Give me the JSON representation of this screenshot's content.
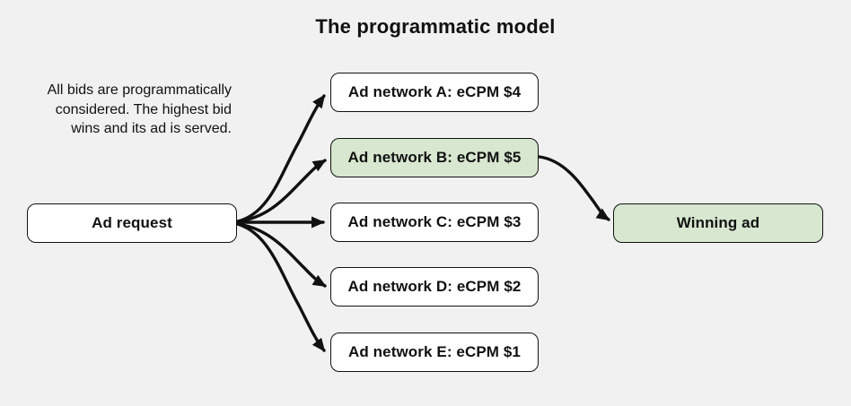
{
  "title": "The programmatic model",
  "description_lines": [
    "All bids are programmatically",
    "considered. The highest bid",
    "wins and its ad is served."
  ],
  "nodes": {
    "ad_request": {
      "label": "Ad request"
    },
    "networks": [
      {
        "label": "Ad network A: eCPM $4",
        "highlighted": false
      },
      {
        "label": "Ad network B: eCPM $5",
        "highlighted": true
      },
      {
        "label": "Ad network C: eCPM $3",
        "highlighted": false
      },
      {
        "label": "Ad network D: eCPM $2",
        "highlighted": false
      },
      {
        "label": "Ad network E: eCPM $1",
        "highlighted": false
      }
    ],
    "winning_ad": {
      "label": "Winning ad",
      "highlighted": true
    }
  },
  "colors": {
    "background": "#f1f1f1",
    "node_fill": "#ffffff",
    "highlight_fill": "#d7e7d0",
    "border": "#111111",
    "text": "#111111",
    "arrow": "#111111"
  }
}
